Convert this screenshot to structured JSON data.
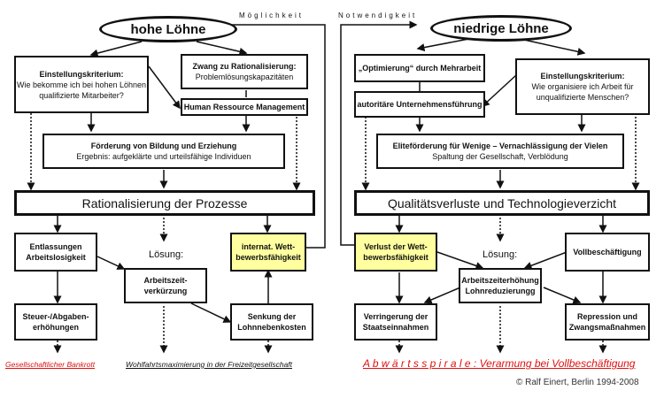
{
  "labels": {
    "left_link": "Möglichkeit",
    "right_link": "Notwendigkeit"
  },
  "left": {
    "title": "hohe Löhne",
    "criterion": {
      "title": "Einstellungskriterium:",
      "text": "Wie bekomme ich bei hohen Löhnen qualifizierte Mitarbeiter?"
    },
    "rationalization": {
      "title": "Zwang zu Rationalisierung:",
      "text": "Problemlösungskapazitäten"
    },
    "hrm": "Human Ressource Management",
    "education": {
      "title": "Förderung von Bildung und Erziehung",
      "text": "Ergebnis: aufgeklärte und urteilsfähige Individuen"
    },
    "process": "Rationalisierung der Prozesse",
    "layoffs": "Entlassungen Arbeitslosigkeit",
    "solution": "Lösung:",
    "competitiveness": "internat. Wett-bewerbsfähigkeit",
    "worktime": "Arbeitszeit-verkürzung",
    "taxes": "Steuer-/Abgaben-erhöhungen",
    "costs": "Senkung der Lohnnebenkosten",
    "footer_red": "Gesellschaftlicher Bankrott",
    "footer_black": "Wohlfahrtsmaximierung in der Freizeitgesellschaft"
  },
  "right": {
    "title": "niedrige Löhne",
    "optimization": "„Optimierung“ durch Mehrarbeit",
    "authoritarian": "autoritäre Unternehmensführung",
    "criterion": {
      "title": "Einstellungskriterium:",
      "text": "Wie organisiere ich Arbeit für unqualifizierte Menschen?"
    },
    "elite": {
      "title": "Eliteförderung für Wenige – Vernachlässigung der Vielen",
      "text": "Spaltung der Gesellschaft, Verblödung"
    },
    "quality": "Qualitätsverluste und Technologieverzicht",
    "loss": "Verlust der Wett-bewerbsfähigkeit",
    "solution": "Lösung:",
    "fullemp": "Vollbeschäftigung",
    "worktime": "Arbeitszeiterhöhung Lohnreduzierungg",
    "revenue": "Verringerung der Staatseinnahmen",
    "repression": "Repression und Zwangsmaßnahmen",
    "footer": "A b w ä r t s s p i r a l e :  Verarmung bei Vollbeschäftigung"
  },
  "copyright": "© Ralf Einert, Berlin 1994-2008",
  "colors": {
    "highlight": "#ffffa0",
    "warning": "#e01010"
  }
}
